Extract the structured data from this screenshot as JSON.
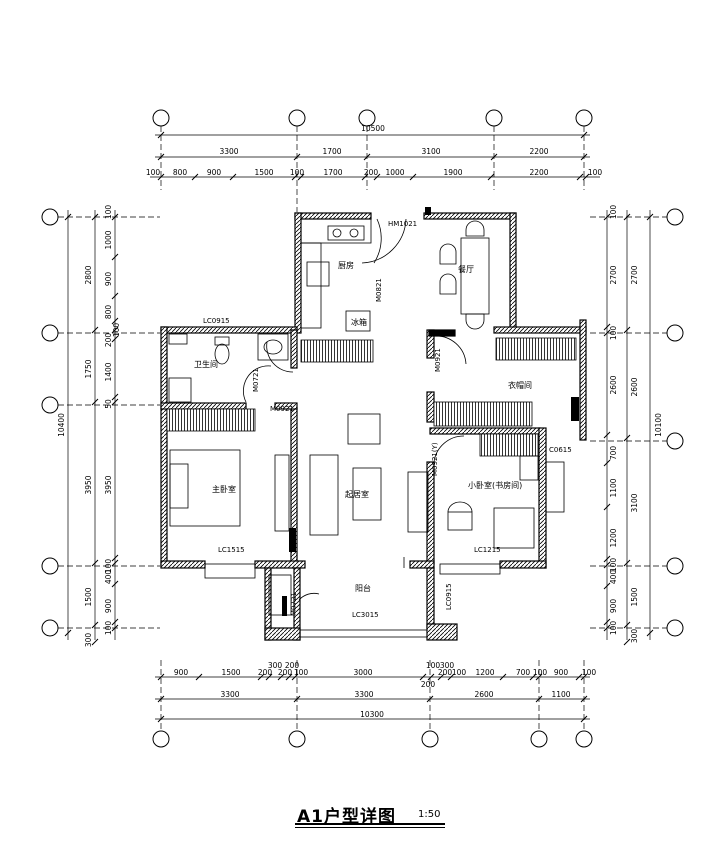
{
  "title": "A1户型详图",
  "scale": "1:50",
  "top_dims": {
    "overall": "10500",
    "row2": [
      "3300",
      "1700",
      "3100",
      "2200"
    ],
    "row1": [
      "100",
      "800",
      "900",
      "1500",
      "100",
      "1700",
      "200",
      "1000",
      "1900",
      "2200",
      "100"
    ]
  },
  "bottom_dims": {
    "overall": "10300",
    "row2": [
      "3300",
      "3300",
      "2600",
      "1100"
    ],
    "row1": [
      "900",
      "1500",
      "200",
      "300",
      "200",
      "200",
      "100",
      "3000",
      "100",
      "300",
      "200",
      "100",
      "1200",
      "700",
      "100",
      "900",
      "100"
    ],
    "extra": "200"
  },
  "left_dims": {
    "overall": "10400",
    "row2": [
      "2800",
      "1750",
      "3950",
      "1500",
      "300"
    ],
    "row1": [
      "100",
      "1000",
      "900",
      "800",
      "100",
      "200",
      "1400",
      "50",
      "3950",
      "100",
      "400",
      "900",
      "100"
    ]
  },
  "right_dims": {
    "overall": "10100",
    "row2": [
      "2700",
      "2600",
      "3100",
      "1500",
      "300"
    ],
    "row1": [
      "100",
      "2700",
      "100",
      "2600",
      "700",
      "1100",
      "1200",
      "100",
      "400",
      "900",
      "100"
    ]
  },
  "rooms": {
    "kitchen": "厨房",
    "dining": "餐厅",
    "bathroom": "卫生间",
    "cloakroom": "衣帽间",
    "master_bedroom": "主卧室",
    "living_room": "起居室",
    "small_bedroom": "小卧室(书房间)",
    "balcony": "阳台",
    "fridge": "冰箱"
  },
  "codes": {
    "hm1021": "HM1021",
    "m0821": "M0821",
    "lc0915_top": "LC0915",
    "m0721": "M0721",
    "m0921_a": "M0921",
    "m0921_b": "M0921",
    "m0921_c": "M0921(Y)",
    "c0615": "C0615",
    "lc1515": "LC1515",
    "lc1215": "LC1215",
    "lc3015": "LC3015",
    "lc0915_side": "LC0915",
    "m0721_b": "M0721"
  }
}
